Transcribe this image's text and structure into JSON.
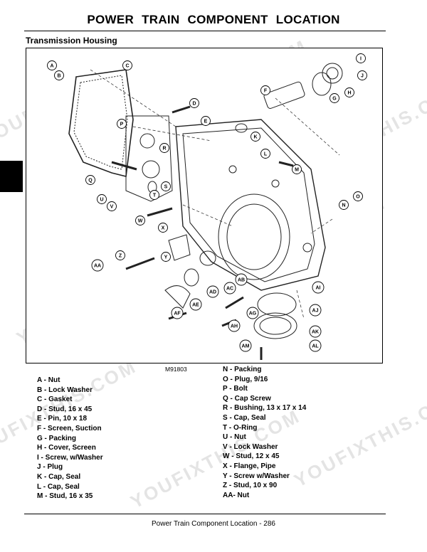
{
  "page": {
    "title": "POWER TRAIN   COMPONENT LOCATION",
    "section": "Transmission Housing",
    "figure_code": "M91803",
    "footer": "Power Train  Component Location  - 286",
    "watermark": "YOUFIXTHIS.COM"
  },
  "callouts": [
    "A",
    "B",
    "C",
    "D",
    "E",
    "F",
    "G",
    "H",
    "I",
    "J",
    "K",
    "L",
    "M",
    "N",
    "O",
    "P",
    "Q",
    "R",
    "S",
    "T",
    "U",
    "V",
    "W",
    "X",
    "Y",
    "Z",
    "AA",
    "AB",
    "AC",
    "AD",
    "AE",
    "AF",
    "AG",
    "AH",
    "AI",
    "AJ",
    "AK",
    "AL",
    "AM"
  ],
  "legend_left": [
    "A - Nut",
    "B - Lock Washer",
    "C - Gasket",
    "D - Stud, 16 x 45",
    "E - Pin, 10 x 18",
    "F - Screen, Suction",
    "G - Packing",
    "H - Cover, Screen",
    "I   - Screw, w/Washer",
    "J  - Plug",
    "K - Cap, Seal",
    "L  - Cap, Seal",
    "M - Stud, 16 x 35"
  ],
  "legend_right": [
    "N - Packing",
    "O - Plug, 9/16",
    "P - Bolt",
    "Q - Cap Screw",
    "R - Bushing, 13 x 17 x 14",
    "S - Cap, Seal",
    "T - O-Ring",
    "U - Nut",
    "V - Lock Washer",
    "W - Stud, 12 x 45",
    "X - Flange, Pipe",
    "Y - Screw w/Washer",
    "Z - Stud, 10 x 90",
    "AA- Nut"
  ]
}
